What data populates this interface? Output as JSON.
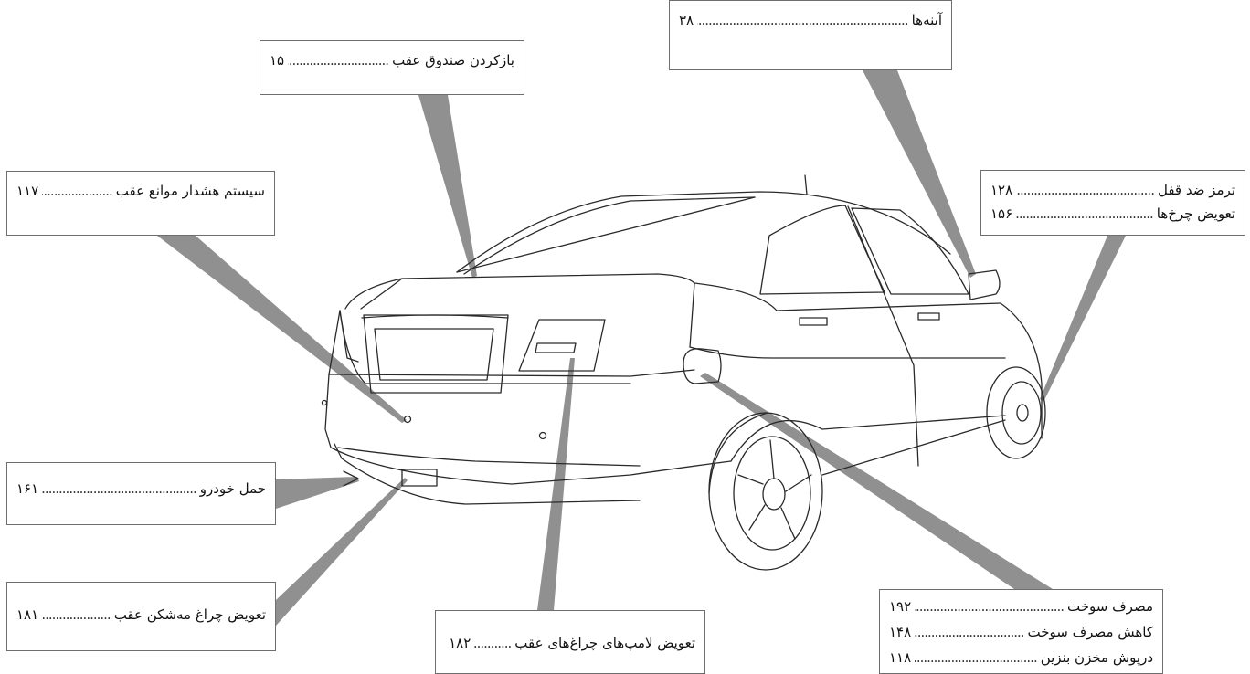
{
  "callouts": {
    "mirrors": [
      {
        "label": "آینه‌ها",
        "page": "۳۸"
      }
    ],
    "trunk": [
      {
        "label": "بازکردن صندوق عقب",
        "page": "۱۵"
      }
    ],
    "rear_warning": [
      {
        "label": "سیستم هشدار موانع عقب",
        "page": "۱۱۷"
      }
    ],
    "brakes_wheels": [
      {
        "label": "ترمز ضد قفل",
        "page": "۱۲۸"
      },
      {
        "label": "تعویض چرخ‌ها",
        "page": "۱۵۶"
      }
    ],
    "towing": [
      {
        "label": "حمل خودرو",
        "page": "۱۶۱"
      }
    ],
    "rear_fog": [
      {
        "label": "تعویض چراغ مه‌شکن عقب",
        "page": "۱۸۱"
      }
    ],
    "rear_lamps": [
      {
        "label": "تعویض لامپ‌های چراغ‌های عقب",
        "page": "۱۸۲"
      }
    ],
    "fuel": [
      {
        "label": "مصرف سوخت",
        "page": "۱۹۲"
      },
      {
        "label": "کاهش مصرف سوخت",
        "page": "۱۴۸"
      },
      {
        "label": "درپوش مخزن بنزین",
        "page": "۱۱۸"
      }
    ]
  },
  "dot_leader": "..................................................................................",
  "colors": {
    "pointer": "#909090",
    "line": "#2a2a2a",
    "box_border": "#6e6e6e"
  }
}
